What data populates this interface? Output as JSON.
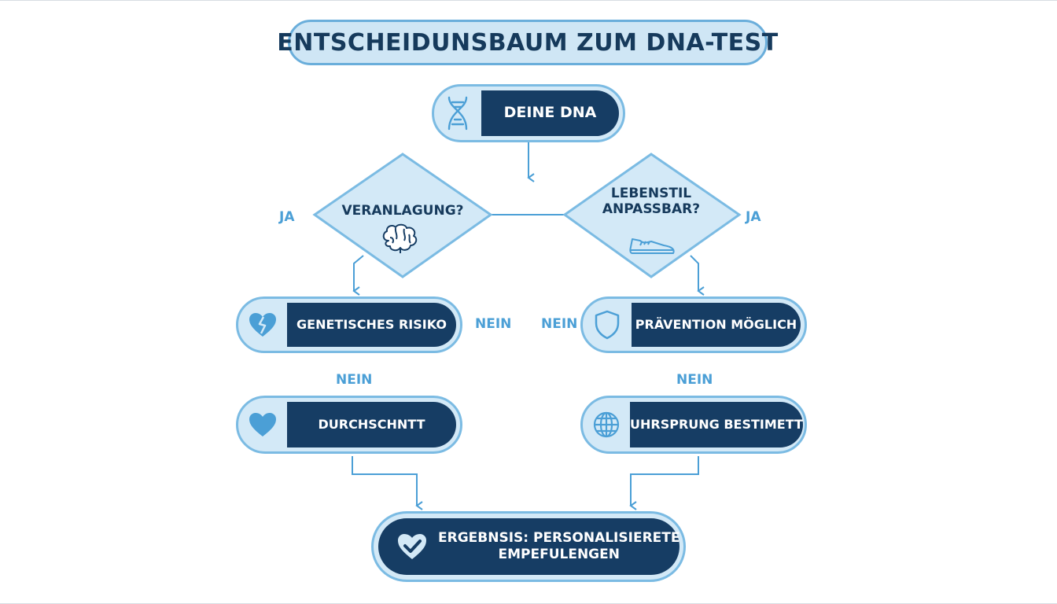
{
  "title": "ENTSCHEIDUNSBAUM ZUM DNA-TEST",
  "nodes": {
    "start": {
      "label": "DEINE DNA",
      "icon": "dna-icon"
    },
    "decision_left": {
      "label": "VERANLAGUNG?",
      "icon": "brain-icon"
    },
    "decision_right": {
      "line1": "LEBENSTIL",
      "line2": "ANPASSBAR?",
      "icon": "sneaker-icon"
    },
    "genetic_risk": {
      "label": "GENETISCHES RISIKO",
      "icon": "broken-heart-icon"
    },
    "prevention": {
      "label": "PRÄVENTION MÖGLICH",
      "icon": "shield-icon"
    },
    "average": {
      "label": "DURCHSCHNTT",
      "icon": "heart-icon"
    },
    "origin": {
      "label": "UHRSPRUNG BESTIMETT",
      "icon": "globe-icon"
    },
    "result": {
      "line1": "ERGEBNSIS: PERSONALISIERETE",
      "line2": "EMPEFULENGEN",
      "icon": "heart-check-icon"
    }
  },
  "edge_labels": {
    "left_yes": "JA",
    "right_yes": "JA",
    "risk_no": "NEIN",
    "prevention_no": "NEIN",
    "left_no": "NEIN",
    "right_no": "NEIN"
  },
  "colors": {
    "navy": "#163d64",
    "light_blue": "#d3e9f7",
    "border_blue": "#7bbbe3",
    "accent_blue": "#4b9fd6"
  }
}
